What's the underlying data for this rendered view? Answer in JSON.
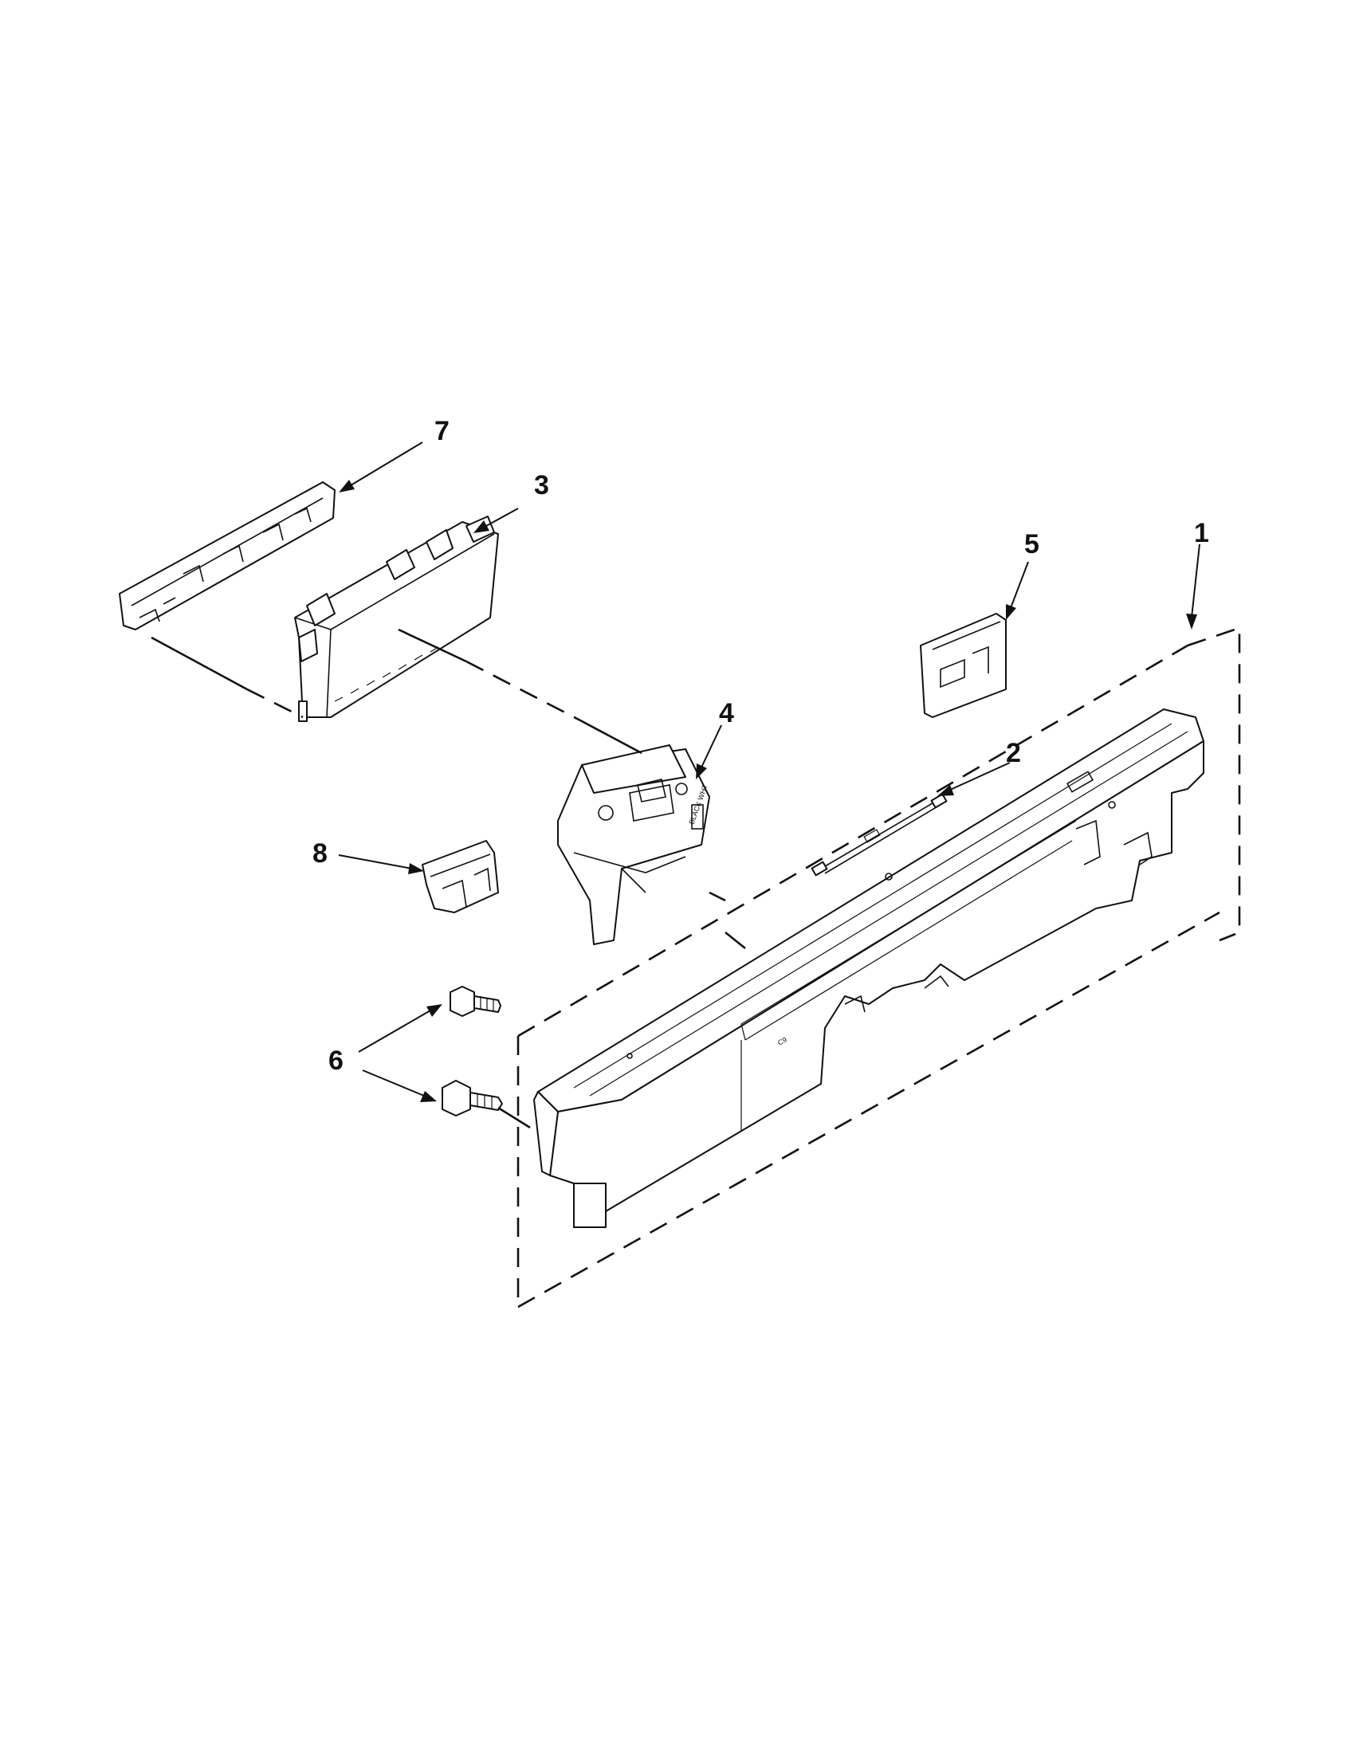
{
  "callouts": {
    "c1": "1",
    "c2": "2",
    "c3": "3",
    "c4": "4",
    "c5": "5",
    "c6": "6",
    "c7": "7",
    "c8": "8"
  },
  "parts": {
    "p1": "control-panel-housing",
    "p2": "wire-harness",
    "p3": "control-board",
    "p4": "bracket-assembly",
    "p5": "clip",
    "p6": "screws",
    "p7": "board-bracket",
    "p8": "retainer-clip"
  },
  "markings": {
    "housing_ref": "C9",
    "color_code": "BLACK WHT"
  }
}
